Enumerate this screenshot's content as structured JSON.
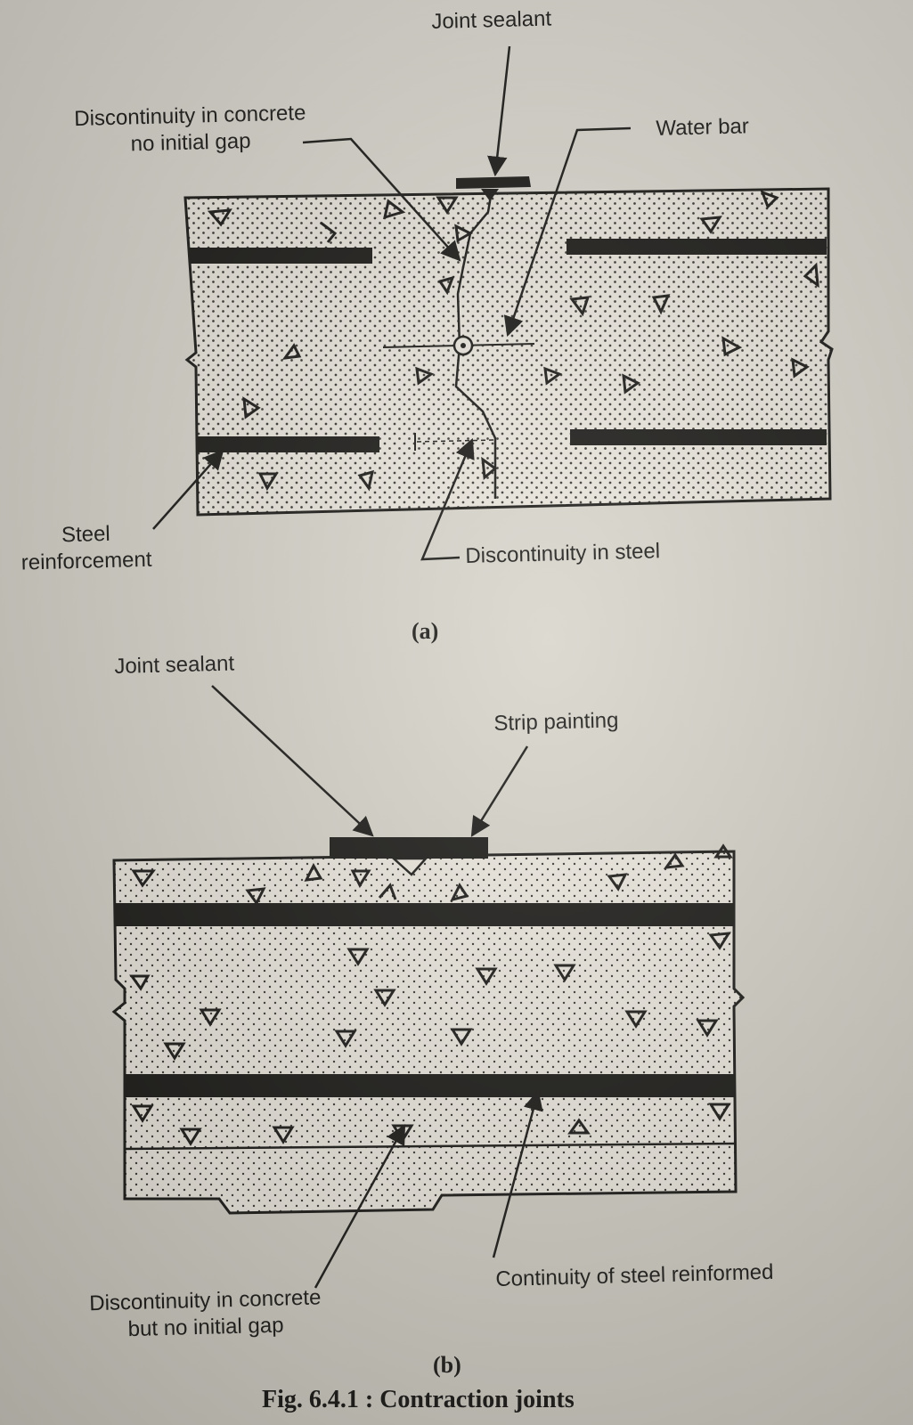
{
  "figure": {
    "caption": "Fig. 6.4.1 : Contraction joints"
  },
  "diagram_a": {
    "sublabel": "(a)",
    "labels": {
      "joint_sealant": "Joint sealant",
      "discontinuity_concrete_l1": "Discontinuity in concrete",
      "discontinuity_concrete_l2": "no initial gap",
      "water_bar": "Water bar",
      "steel_reinforcement_l1": "Steel",
      "steel_reinforcement_l2": "reinforcement",
      "discontinuity_steel": "Discontinuity in steel"
    }
  },
  "diagram_b": {
    "sublabel": "(b)",
    "labels": {
      "joint_sealant": "Joint sealant",
      "strip_painting": "Strip painting",
      "discontinuity_concrete_l1": "Discontinuity in concrete",
      "discontinuity_concrete_l2": "but no initial gap",
      "continuity_steel": "Continuity of steel reinformed"
    }
  },
  "colors": {
    "ink": "#1c1b18",
    "concrete": "#e8e4da",
    "paper": "#dcd9cf"
  }
}
